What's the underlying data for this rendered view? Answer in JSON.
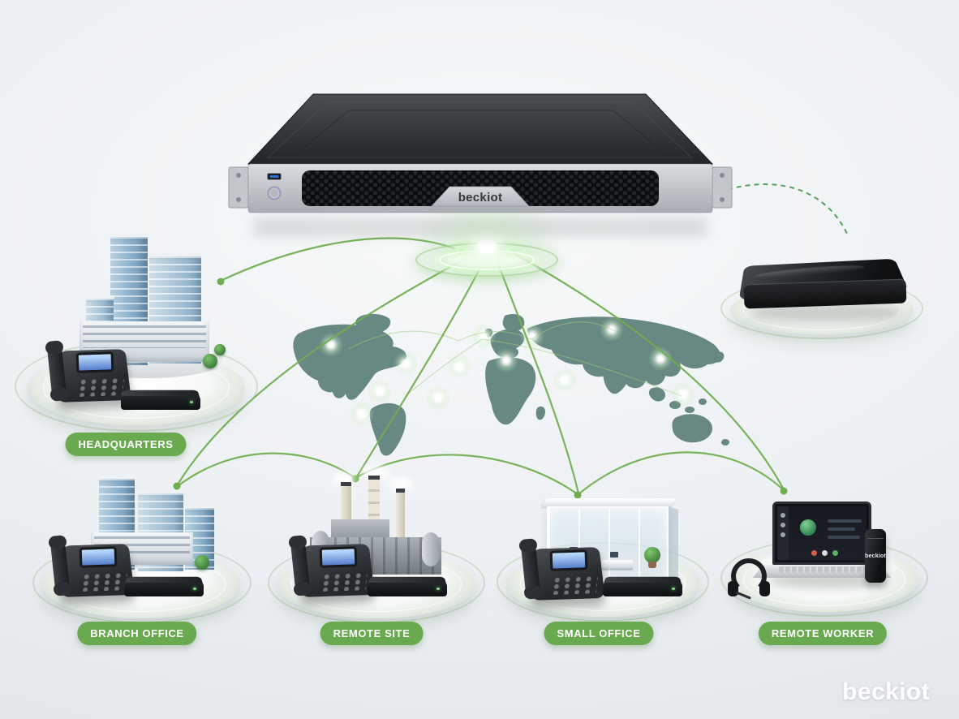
{
  "scene": {
    "background_top": "#f7f9fa",
    "background_bottom": "#dde2e7",
    "accent_green": "#69a94f",
    "connection_green": "#6fae4e",
    "dashed_green": "#55a05c",
    "map_teal": "#5c7f7a",
    "glow_white": "#ffffff"
  },
  "server": {
    "brand_label": "beckiot",
    "icon": "rack-server"
  },
  "remote_gateway": {
    "icon": "desktop-gateway-box"
  },
  "sites": [
    {
      "label": "HEADQUARTERS",
      "illustration": "office-towers",
      "devices": [
        "ip-phone",
        "gateway-box"
      ]
    },
    {
      "label": "BRANCH OFFICE",
      "illustration": "office-towers",
      "devices": [
        "ip-phone",
        "gateway-box"
      ]
    },
    {
      "label": "REMOTE SITE",
      "illustration": "industrial-plant",
      "devices": [
        "ip-phone",
        "gateway-box"
      ]
    },
    {
      "label": "SMALL OFFICE",
      "illustration": "glass-office",
      "devices": [
        "ip-phone",
        "gateway-box"
      ]
    },
    {
      "label": "REMOTE WORKER",
      "illustration": "laptop-workspace",
      "devices": [
        "laptop",
        "headset",
        "usb-dongle"
      ]
    }
  ],
  "devices": {
    "dongle_label": "beckiot"
  },
  "footer": {
    "logo_text": "beckiot"
  }
}
